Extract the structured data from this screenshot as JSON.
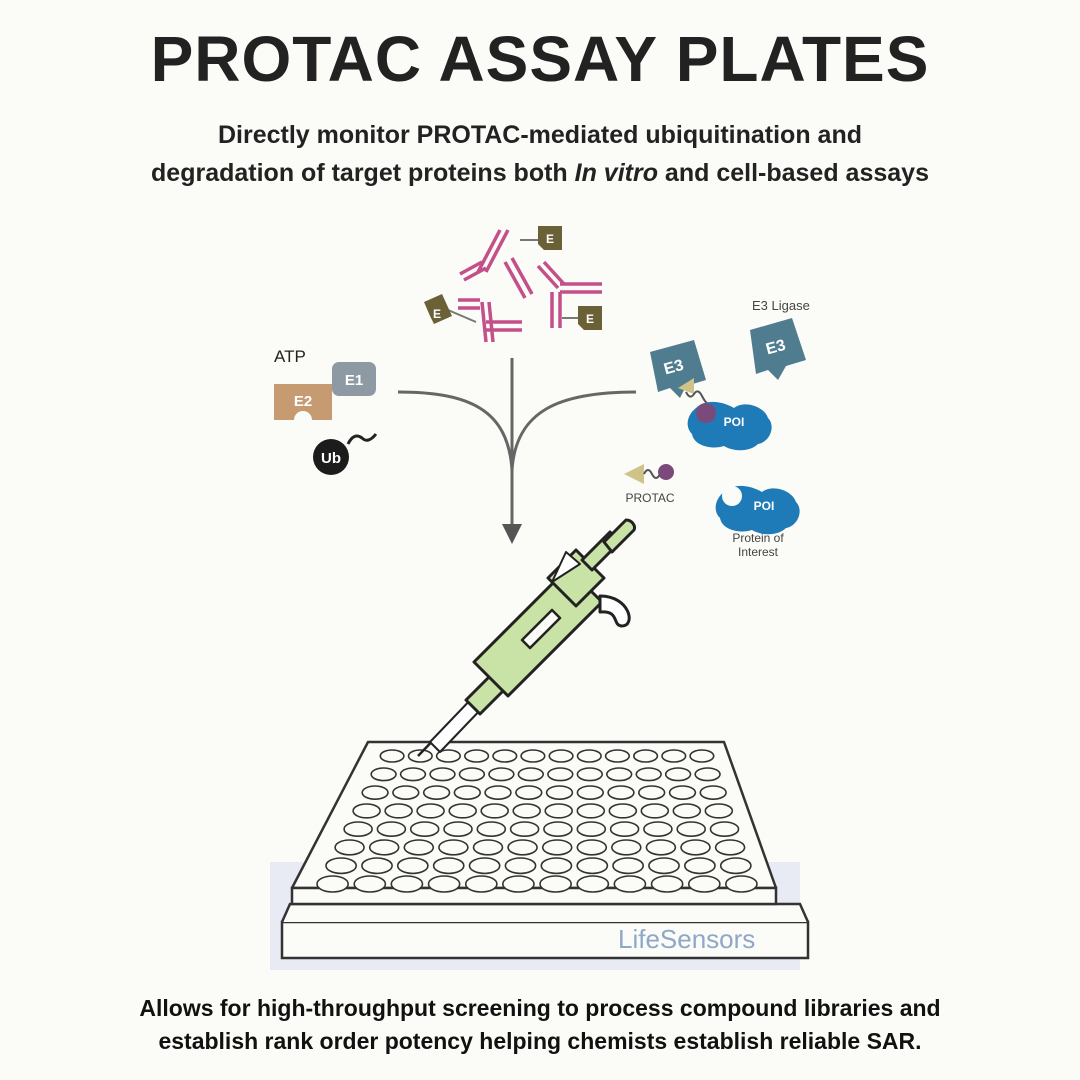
{
  "header": {
    "title": "PROTAC ASSAY PLATES",
    "subtitle_line1": "Directly monitor PROTAC-mediated ubiquitination and",
    "subtitle_line2_a": "degradation of target proteins both ",
    "subtitle_line2_italic": "In vitro",
    "subtitle_line2_b": " and cell-based assays"
  },
  "diagram": {
    "left": {
      "atp": "ATP",
      "e1": "E1",
      "e2": "E2",
      "ub": "Ub"
    },
    "antibodies": {
      "tag": "E"
    },
    "right": {
      "e3_ligase_label": "E3 Ligase",
      "e3": "E3",
      "poi": "POI",
      "protac_label": "PROTAC",
      "protein_of_interest_line1": "Protein of",
      "protein_of_interest_line2": "Interest"
    },
    "plate": {
      "brand_part1": "Life",
      "brand_part2": "Sensors"
    }
  },
  "footer": {
    "line1": "Allows for high-throughput screening to process compound libraries and",
    "line2": "establish rank order potency helping chemists establish reliable SAR."
  },
  "colors": {
    "antibody": "#c4508a",
    "e_tag": "#6b6137",
    "e1": "#8e9aa3",
    "e2": "#c79b72",
    "e3": "#4f7d8f",
    "poi": "#1f7ab8",
    "protac_ball": "#7a4b7a",
    "protac_wedge": "#cfc38a",
    "pipette": "#c9e2a6",
    "arrow": "#555555",
    "plate_shadow": "#e8eaf4",
    "brand": "#8fa7c8"
  }
}
